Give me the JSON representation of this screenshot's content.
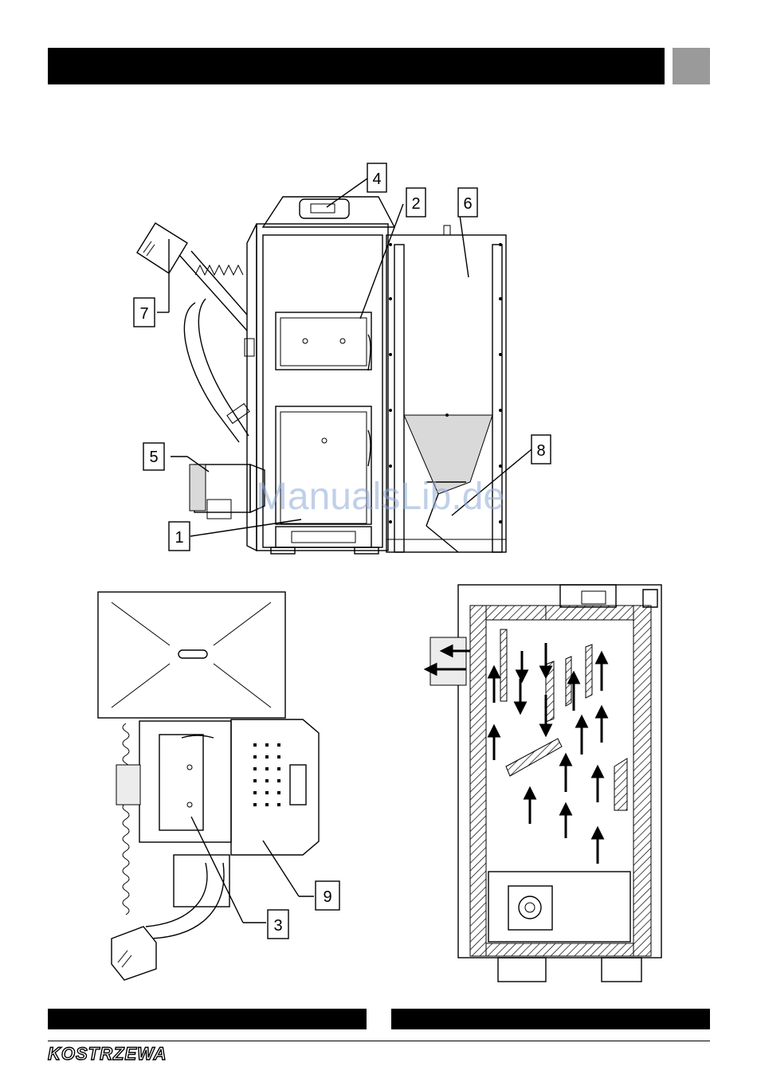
{
  "logo": "KOSTRZEWA",
  "watermark": "ManualsLib.de",
  "callouts": [
    "1",
    "2",
    "3",
    "4",
    "5",
    "6",
    "7",
    "8",
    "9"
  ]
}
